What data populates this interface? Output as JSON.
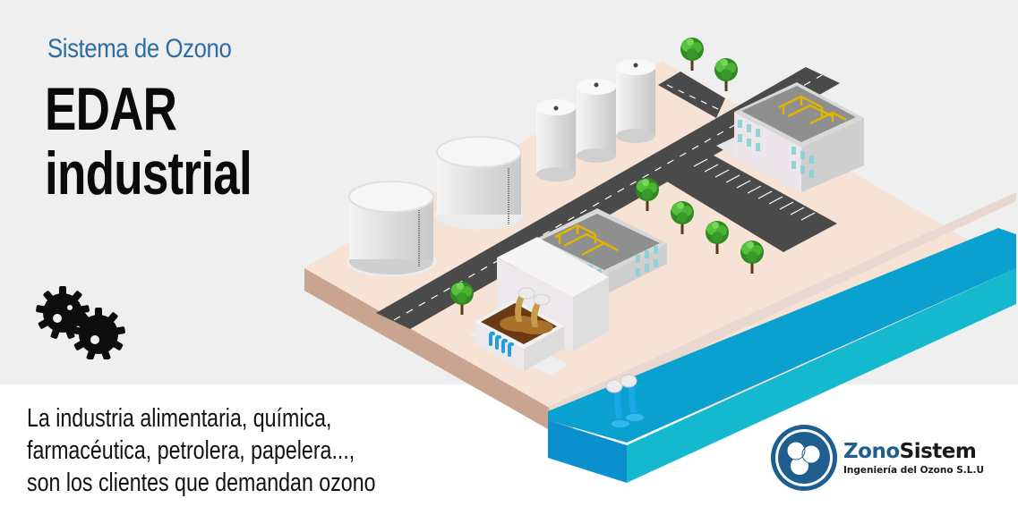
{
  "header": {
    "subtitle": "Sistema de Ozono",
    "title_line1": "EDAR",
    "title_line2": "industrial"
  },
  "description": {
    "line1": "La industria alimentaria, química,",
    "line2": "farmacéutica, petrolera, papelera...,",
    "line3": "son los clientes que demandan ozono"
  },
  "logo": {
    "name_part1": "Zono",
    "name_part2": "Sistem",
    "tagline": "Ingeniería del Ozono S.L.U"
  },
  "illustration": {
    "alt": "Isometric industrial wastewater treatment plant with storage tanks, silos, road, parking lot, buildings, sludge basin, trees and river outflow pipes",
    "icons": [
      "gears-icon",
      "storage-tank-icon",
      "silo-icon",
      "building-icon",
      "tree-icon",
      "sludge-basin-icon",
      "outflow-pipe-icon",
      "river"
    ]
  },
  "colors": {
    "background_top": "#efefef",
    "background_bottom": "#ffffff",
    "subtitle_blue": "#2d6da3",
    "brand_blue": "#1e5f8f",
    "ground": "#f7e2d6",
    "ground_side": "#c9a48e",
    "road": "#4a4a4a",
    "water": "#0aa0d0",
    "water_side": "#14b9cf",
    "tree_green": "#3ea32b",
    "sludge": "#6b3a12",
    "pipes_yellow": "#e0b400"
  }
}
